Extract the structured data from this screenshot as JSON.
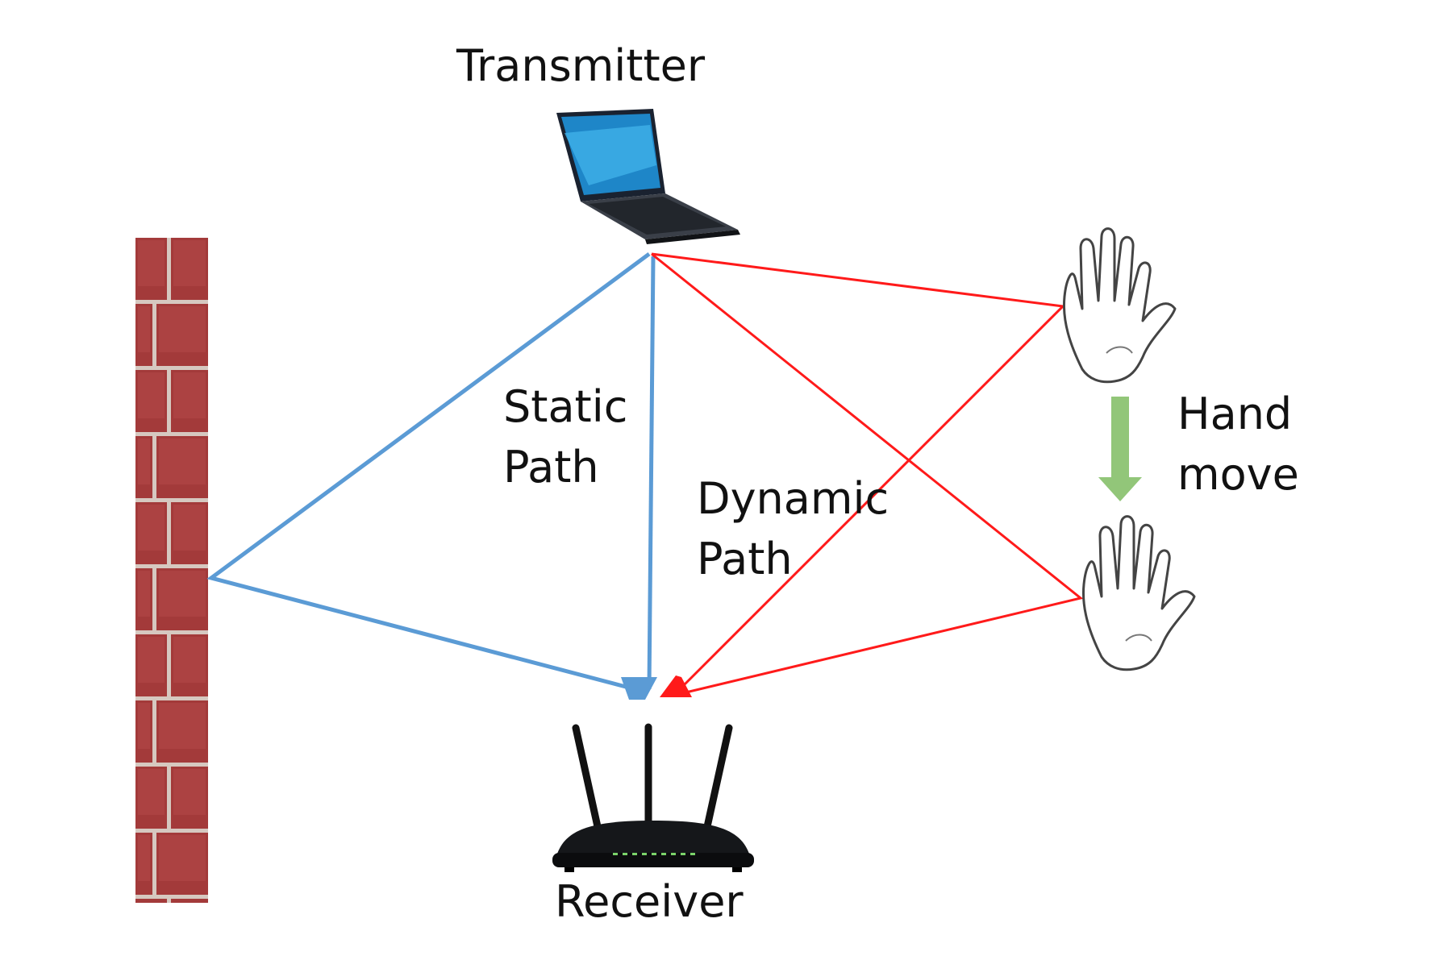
{
  "labels": {
    "transmitter": "Transmitter",
    "receiver": "Receiver",
    "static_path_line1": "Static",
    "static_path_line2": "Path",
    "dynamic_path_line1": "Dynamic",
    "dynamic_path_line2": "Path",
    "hand_move_line1": "Hand",
    "hand_move_line2": "move"
  },
  "colors": {
    "static_path": "#5b9bd5",
    "dynamic_path": "#ff1a1a",
    "hand_move_arrow": "#92c679",
    "brick": "#a33a3a",
    "mortar": "#d6c8c0"
  },
  "icons": {
    "transmitter": "laptop-icon",
    "receiver": "router-icon",
    "wall": "brick-wall-icon",
    "hand_top": "hand-icon",
    "hand_bottom": "hand-icon",
    "hand_move": "arrow-down-icon"
  }
}
